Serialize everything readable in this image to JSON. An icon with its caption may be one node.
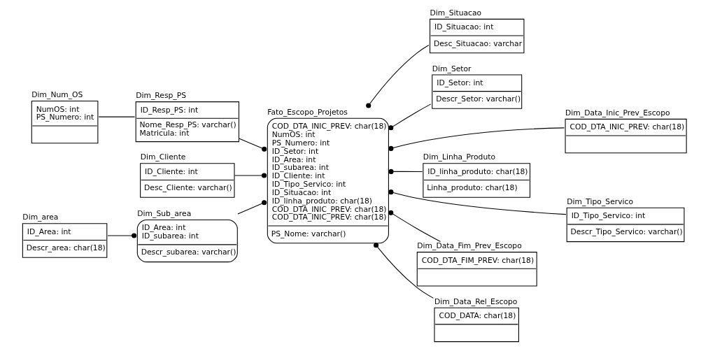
{
  "diagram": {
    "nodes": [
      {
        "text": [
          "Dim_Num_OS",
          "NumOS: int",
          "PS_Numero: int"
        ]
      },
      {
        "text": [
          "Dim_Situacao",
          "ID_Situacao: int",
          "Desc_Situacao: varchar"
        ]
      },
      {
        "text": [
          "Fato_Escopo_Projetos",
          "COD_DTA_INIC_PREV: char(18)",
          "NumOS: int",
          "PS_Numero: int",
          "ID_Setor: int",
          "ID_Area: int",
          "ID_subarea: int",
          "ID_Cliente: int",
          "ID_Tipo_Servico: int",
          "ID_Situacao: int",
          "ID_linha_produto: char(18)",
          "COD_DTA_INIC_PREV: char(18)",
          "COD_DTA_INIC_PREV: char(18)",
          "PS_Nome: varchar()"
        ]
      },
      {
        "text": [
          "Dim_Resp_PS",
          "ID_Resp_PS: int",
          "Nome_Resp_PS: varchar()",
          "Matricula: int"
        ]
      },
      {
        "text": [
          "Dim_Setor",
          "ID_Setor: int",
          "Descr_Setor: varchar()"
        ]
      },
      {
        "text": [
          "Dim_Data_Inic_Prev_Escopo",
          "COD_DTA_INIC_PREV: char(18)"
        ]
      },
      {
        "text": [
          "Dim_Linha_Produto",
          "ID_linha_produto: char(18)",
          "Linha_produto: char(18)"
        ]
      },
      {
        "text": [
          "Dim_Cliente",
          "ID_Cliente: int",
          "Desc_Cliente: varchar()"
        ]
      },
      {
        "text": [
          "Dim_Tipo_Servico",
          "ID_Tipo_Servico: int",
          "Descr_Tipo_Servico: varchar()"
        ]
      },
      {
        "text": [
          "Dim_Sub_area",
          "ID_Area: int",
          "ID_subarea: int",
          "Descr_subarea: varchar()"
        ]
      },
      {
        "text": [
          "Dim_Data_Fim_Prev_Escopo",
          "COD_DTA_FIM_PREV: char(18)"
        ]
      },
      {
        "text": [
          "Dim_Data_Rel_Escopo",
          "COD_DATA: char(18)"
        ]
      },
      {
        "text": [
          "Dim_area",
          "ID_Area: int",
          "Descr_area: char(18)"
        ]
      }
    ],
    "edges": [
      {
        "from": 0,
        "to": 3,
        "arrow": "none"
      },
      {
        "from": 3,
        "to": 2,
        "arrow": "other"
      },
      {
        "from": 7,
        "to": 2,
        "arrow": "other"
      },
      {
        "from": 9,
        "to": 2,
        "arrow": "other"
      },
      {
        "from": 1,
        "to": 2,
        "arrow": "other"
      },
      {
        "from": 4,
        "to": 2,
        "arrow": "other"
      },
      {
        "from": 5,
        "to": 2,
        "arrow": "other"
      },
      {
        "from": 6,
        "to": 2,
        "arrow": "other"
      },
      {
        "from": 11,
        "to": 2,
        "arrow": "other"
      },
      {
        "from": 10,
        "to": 2,
        "arrow": "other"
      },
      {
        "from": 8,
        "to": 2,
        "arrow": "other"
      },
      {
        "from": 12,
        "to": 9,
        "arrow": "other"
      }
    ]
  }
}
